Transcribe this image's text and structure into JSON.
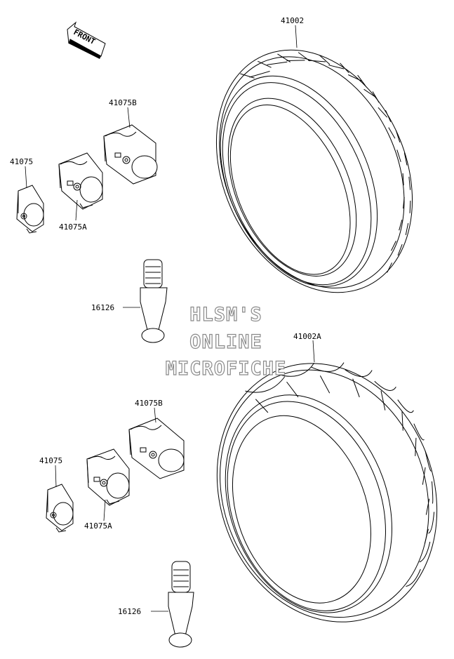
{
  "front_arrow": {
    "label": "FRONT"
  },
  "parts": {
    "tire_rear": "41002",
    "tire_front": "41002A",
    "weight_b_top": "41075B",
    "weight_top": "41075",
    "weight_a_top": "41075A",
    "valve_top": "16126",
    "weight_b_bottom": "41075B",
    "weight_bottom": "41075",
    "weight_a_bottom": "41075A",
    "valve_bottom": "16126"
  },
  "watermark": {
    "line1": "HLSM'S",
    "line2": "ONLINE",
    "line3": "MICROFICHE"
  }
}
